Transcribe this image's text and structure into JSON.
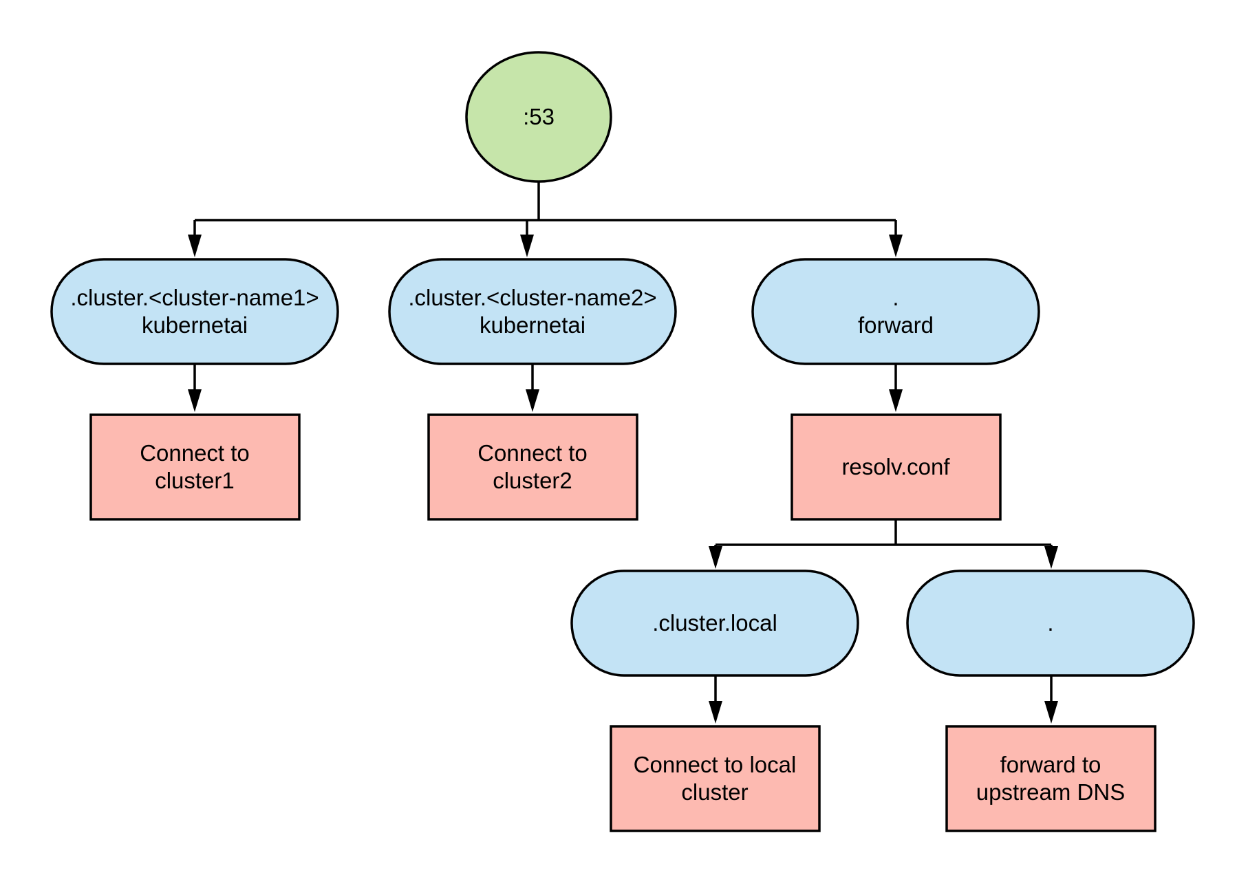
{
  "colors": {
    "root_fill": "#c6e5aa",
    "pill_fill": "#c3e3f5",
    "box_fill": "#fdbab1",
    "stroke": "#000000"
  },
  "nodes": {
    "root": {
      "lines": [
        ":53"
      ]
    },
    "zone1": {
      "lines": [
        ".cluster.<cluster-name1>",
        "kubernetai"
      ]
    },
    "zone2": {
      "lines": [
        ".cluster.<cluster-name2>",
        "kubernetai"
      ]
    },
    "zone3": {
      "lines": [
        ".",
        "forward"
      ]
    },
    "action1": {
      "lines": [
        "Connect to",
        "cluster1"
      ]
    },
    "action2": {
      "lines": [
        "Connect to",
        "cluster2"
      ]
    },
    "resolv": {
      "lines": [
        "resolv.conf"
      ]
    },
    "local_zone": {
      "lines": [
        ".cluster.local"
      ]
    },
    "dot_zone": {
      "lines": [
        "."
      ]
    },
    "local_action": {
      "lines": [
        "Connect to local",
        "cluster"
      ]
    },
    "upstream_action": {
      "lines": [
        "forward to",
        "upstream DNS"
      ]
    }
  }
}
